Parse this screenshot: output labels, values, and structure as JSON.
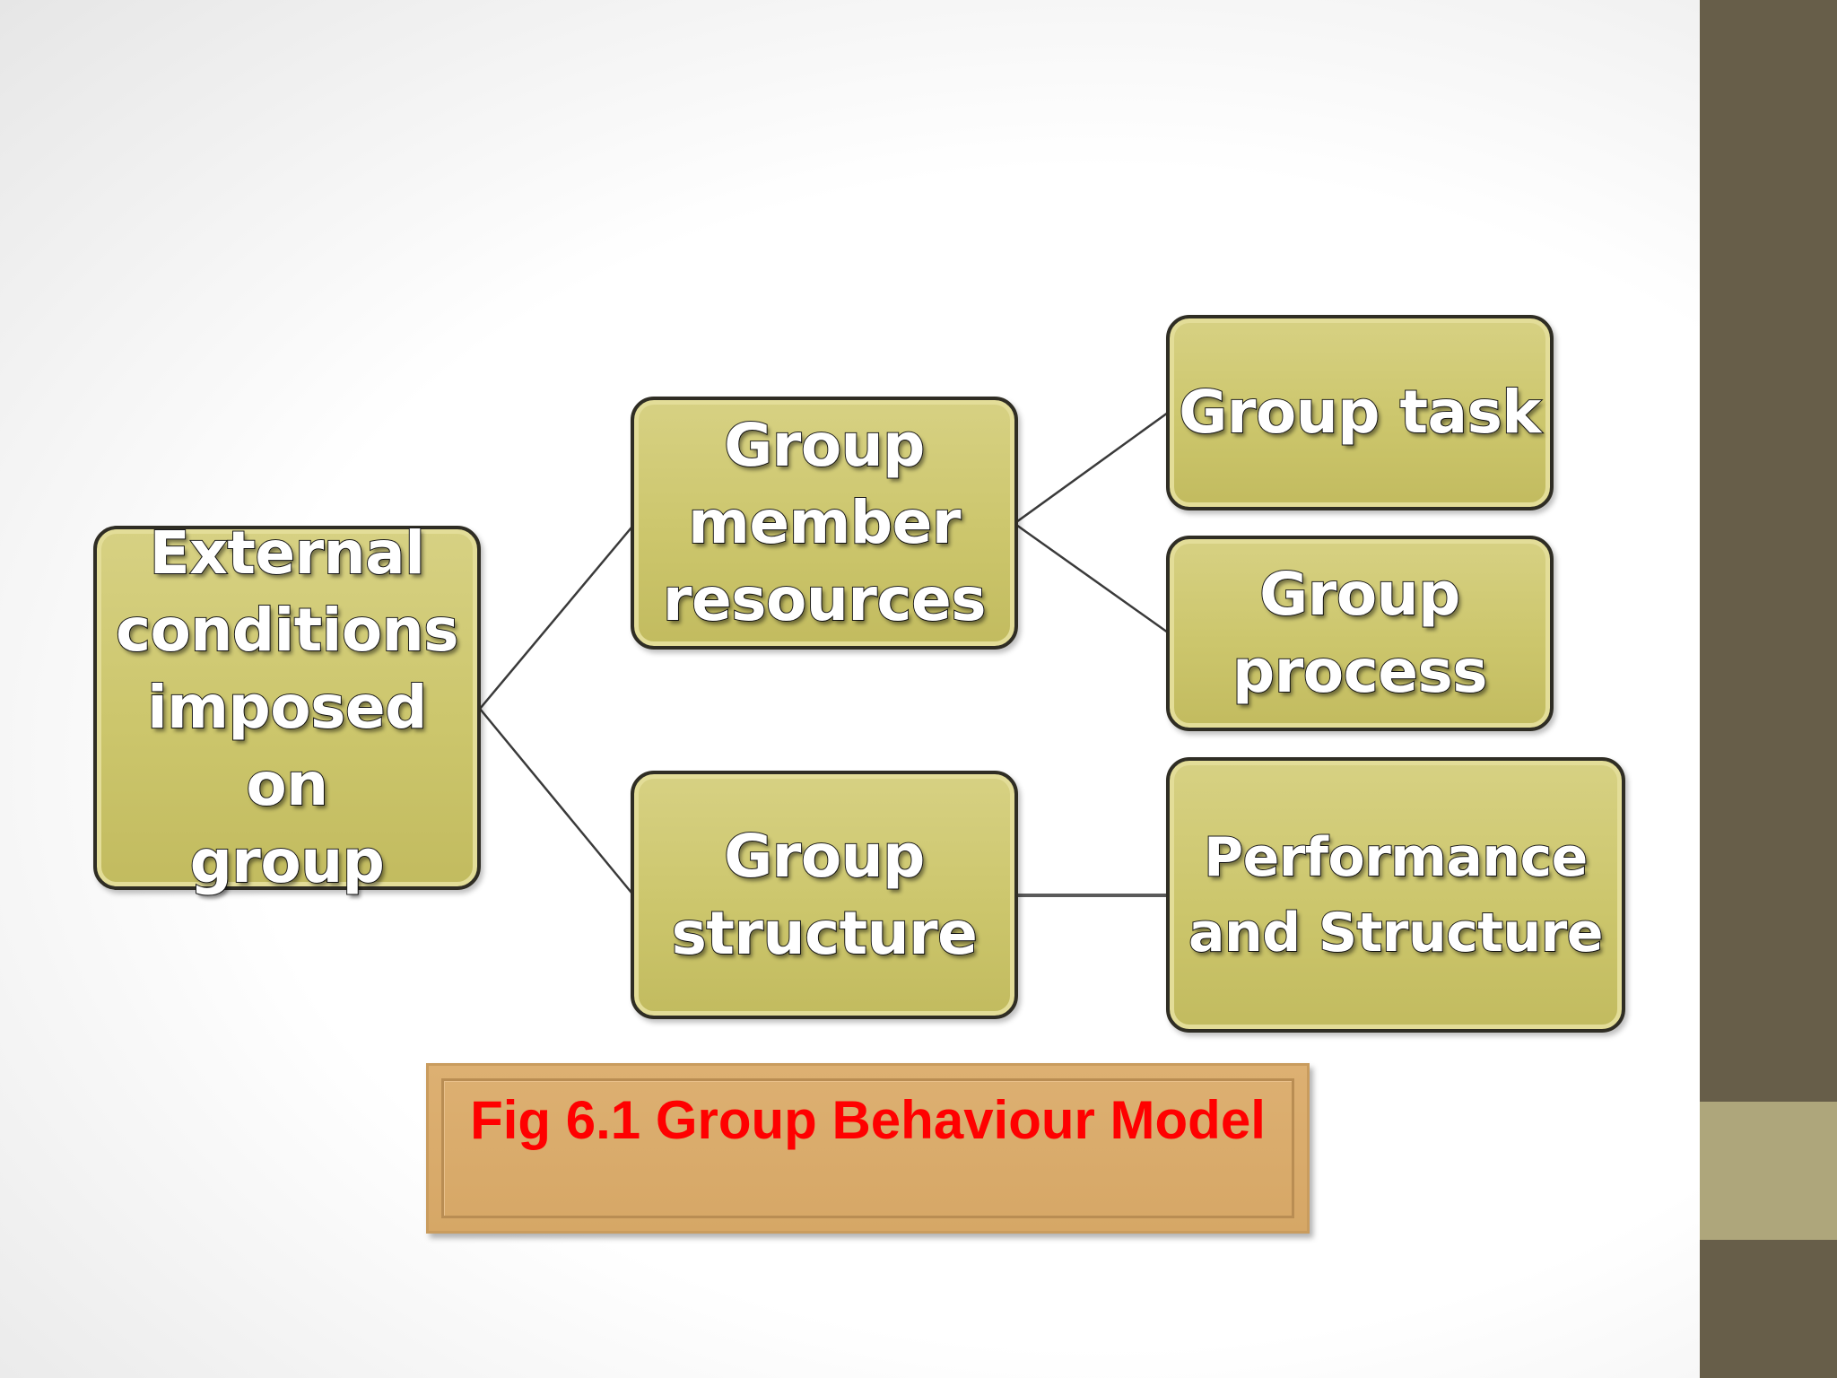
{
  "diagram": {
    "nodes": [
      {
        "id": "external",
        "label": "External\nconditions\nimposed on\ngroup"
      },
      {
        "id": "member-resources",
        "label": "Group\nmember\nresources"
      },
      {
        "id": "structure",
        "label": "Group\nstructure"
      },
      {
        "id": "task",
        "label": "Group task"
      },
      {
        "id": "process",
        "label": "Group\nprocess"
      },
      {
        "id": "performance",
        "label": "Performance\nand Structure"
      }
    ],
    "edges": [
      {
        "from": "external",
        "to": "member-resources"
      },
      {
        "from": "external",
        "to": "structure"
      },
      {
        "from": "member-resources",
        "to": "task"
      },
      {
        "from": "member-resources",
        "to": "process"
      },
      {
        "from": "structure",
        "to": "performance"
      }
    ]
  },
  "caption": {
    "text": "Fig 6.1 Group Behaviour Model"
  },
  "colors": {
    "node_fill": "#cdc76e",
    "node_border": "#2f2d24",
    "caption_fill": "#d8aa69",
    "caption_text": "#ff0000",
    "sidebar_dark": "#675e49",
    "sidebar_light": "#aea67b"
  }
}
